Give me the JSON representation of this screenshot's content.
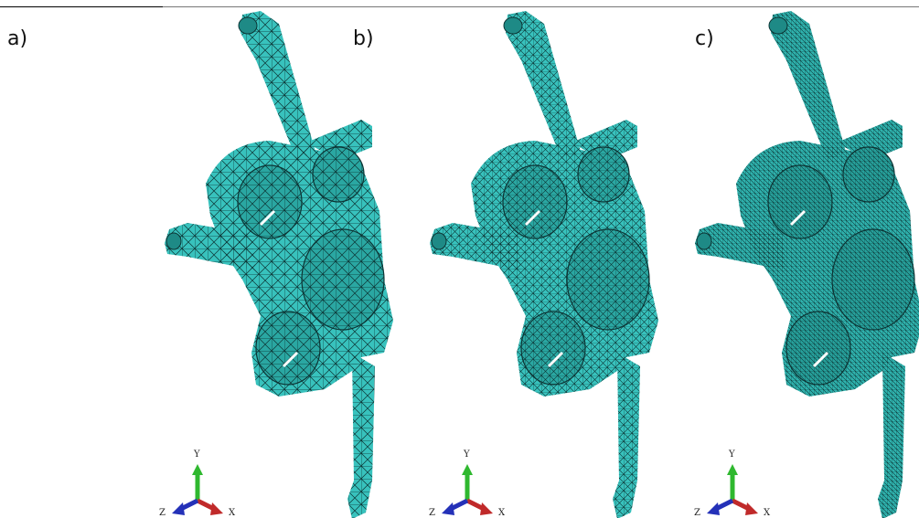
{
  "panels": [
    {
      "label": "a)",
      "mesh": "coarse"
    },
    {
      "label": "b)",
      "mesh": "medium"
    },
    {
      "label": "c)",
      "mesh": "fine"
    }
  ],
  "triad": {
    "y": "Y",
    "x": "X",
    "z": "Z"
  },
  "colors": {
    "mesh_fill": "#38c2bd",
    "mesh_line": "#0c3434",
    "axis_y": "#2fb82f",
    "axis_x": "#c02a2a",
    "axis_z": "#2431b8"
  }
}
